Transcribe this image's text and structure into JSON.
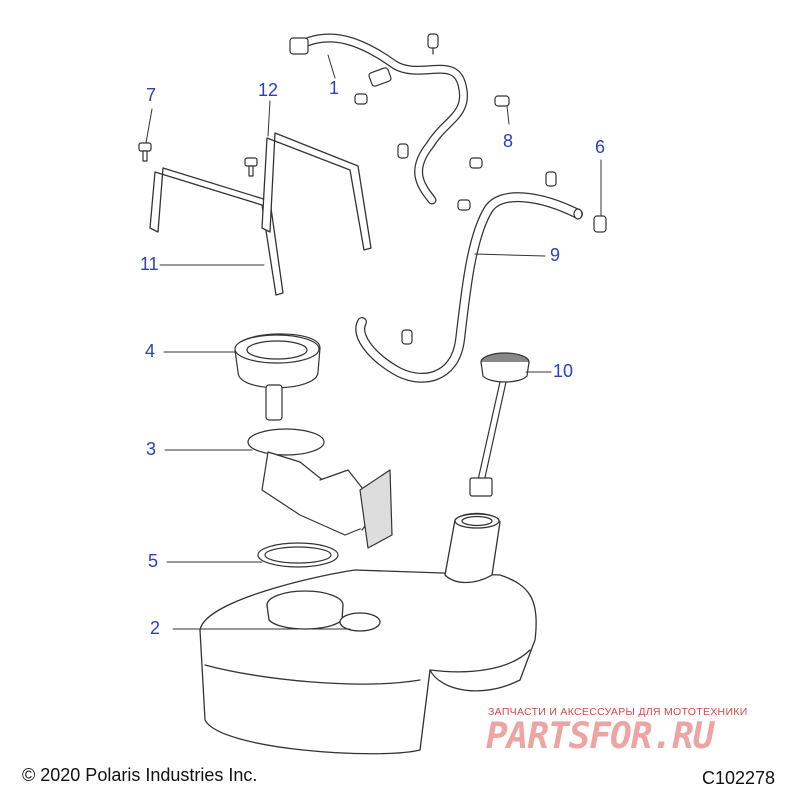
{
  "callouts": {
    "c1": "1",
    "c2": "2",
    "c3": "3",
    "c4": "4",
    "c5": "5",
    "c6": "6",
    "c7": "7",
    "c8": "8",
    "c9": "9",
    "c10": "10",
    "c11": "11",
    "c12": "12"
  },
  "footer": {
    "copyright": "© 2020 Polaris Industries Inc.",
    "diagram_code": "C102278"
  },
  "watermark": {
    "tagline": "ЗАПЧАСТИ И АКСЕССУАРЫ ДЛЯ МОТОТЕХНИКИ",
    "logo": "PARTSFOR.RU"
  },
  "colors": {
    "callout": "#2b3fc0",
    "line": "#333333",
    "watermark": "#e25a5a"
  }
}
